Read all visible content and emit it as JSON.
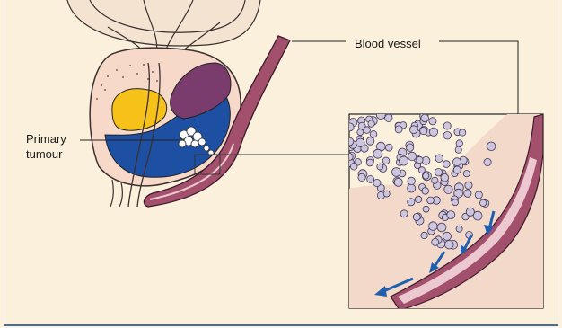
{
  "labels": {
    "blood_vessel": "Blood vessel",
    "primary_line1": "Primary",
    "primary_line2": "tumour"
  },
  "colors": {
    "background": "#fbf0dc",
    "vessel": "#a3506d",
    "vessel_lumen": "#ecc8d0",
    "tumour_blue": "#1d4fa2",
    "tumour_yellow": "#f6c21a",
    "purple_lobe": "#7a3b6d",
    "cell_fill": "#cdc6dc",
    "cell_stroke": "#3e3355",
    "arrow": "#1f5fae",
    "frame_bottom": "#3f6fa5"
  }
}
